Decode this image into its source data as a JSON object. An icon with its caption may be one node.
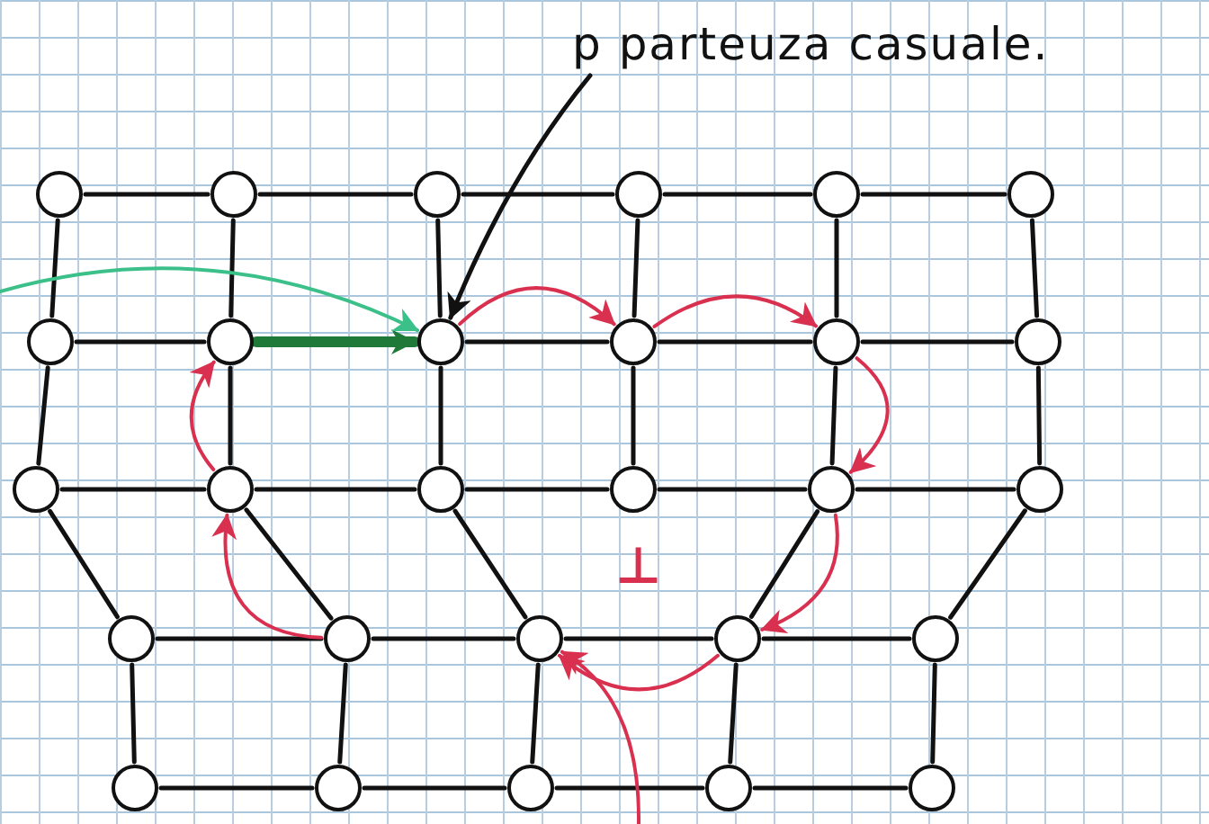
{
  "diagram": {
    "nodes": [
      {
        "text": [
          "p parteuza casuale."
        ]
      },
      {
        "text": [],
        "shape": "circle"
      },
      {
        "text": [],
        "shape": "circle"
      },
      {
        "text": [],
        "shape": "circle"
      },
      {
        "text": [],
        "shape": "circle"
      },
      {
        "text": [],
        "shape": "circle"
      },
      {
        "text": [],
        "shape": "circle"
      },
      {
        "text": [],
        "shape": "circle"
      },
      {
        "text": [],
        "shape": "circle"
      },
      {
        "text": [],
        "shape": "circle"
      },
      {
        "text": [],
        "shape": "circle"
      },
      {
        "text": [],
        "shape": "circle"
      },
      {
        "text": [],
        "shape": "circle"
      },
      {
        "text": [],
        "shape": "circle"
      },
      {
        "text": [],
        "shape": "circle"
      },
      {
        "text": [],
        "shape": "circle"
      },
      {
        "text": [],
        "shape": "circle"
      },
      {
        "text": [],
        "shape": "circle"
      },
      {
        "text": [],
        "shape": "circle"
      },
      {
        "text": [],
        "shape": "circle"
      },
      {
        "text": [],
        "shape": "circle"
      },
      {
        "text": [],
        "shape": "circle"
      },
      {
        "text": [],
        "shape": "circle"
      },
      {
        "text": [],
        "shape": "circle"
      },
      {
        "text": [],
        "shape": "circle"
      },
      {
        "text": [],
        "shape": "circle"
      },
      {
        "text": [],
        "shape": "circle"
      },
      {
        "text": [],
        "shape": "circle"
      },
      {
        "text": [],
        "shape": "circle"
      }
    ],
    "edges": [
      {
        "from": 1,
        "to": 2,
        "arrow": "none"
      },
      {
        "from": 2,
        "to": 3,
        "arrow": "none"
      },
      {
        "from": 3,
        "to": 4,
        "arrow": "none"
      },
      {
        "from": 4,
        "to": 5,
        "arrow": "none"
      },
      {
        "from": 5,
        "to": 6,
        "arrow": "none"
      },
      {
        "from": 1,
        "to": 7,
        "arrow": "none"
      },
      {
        "from": 2,
        "to": 8,
        "arrow": "none"
      },
      {
        "from": 3,
        "to": 9,
        "arrow": "none"
      },
      {
        "from": 4,
        "to": 10,
        "arrow": "none"
      },
      {
        "from": 5,
        "to": 11,
        "arrow": "none"
      },
      {
        "from": 6,
        "to": 12,
        "arrow": "none"
      },
      {
        "from": 7,
        "to": 8,
        "arrow": "none"
      },
      {
        "from": 8,
        "to": 9,
        "arrow": "to",
        "style": "thick",
        "color": "#1f7a3a"
      },
      {
        "from": 9,
        "to": 10,
        "arrow": "none"
      },
      {
        "from": 10,
        "to": 11,
        "arrow": "none"
      },
      {
        "from": 11,
        "to": 12,
        "arrow": "none"
      },
      {
        "from": 7,
        "to": 13,
        "arrow": "none"
      },
      {
        "from": 8,
        "to": 14,
        "arrow": "none"
      },
      {
        "from": 9,
        "to": 15,
        "arrow": "none"
      },
      {
        "from": 10,
        "to": 16,
        "arrow": "none"
      },
      {
        "from": 11,
        "to": 17,
        "arrow": "none"
      },
      {
        "from": 12,
        "to": 18,
        "arrow": "none"
      },
      {
        "from": 13,
        "to": 14,
        "arrow": "none"
      },
      {
        "from": 14,
        "to": 15,
        "arrow": "none"
      },
      {
        "from": 15,
        "to": 16,
        "arrow": "none"
      },
      {
        "from": 16,
        "to": 17,
        "arrow": "none"
      },
      {
        "from": 17,
        "to": 18,
        "arrow": "none"
      },
      {
        "from": 13,
        "to": 19,
        "arrow": "none"
      },
      {
        "from": 14,
        "to": 20,
        "arrow": "none"
      },
      {
        "from": 15,
        "to": 21,
        "arrow": "none"
      },
      {
        "from": 17,
        "to": 22,
        "arrow": "none"
      },
      {
        "from": 18,
        "to": 23,
        "arrow": "none"
      },
      {
        "from": 19,
        "to": 20,
        "arrow": "none"
      },
      {
        "from": 20,
        "to": 21,
        "arrow": "none"
      },
      {
        "from": 21,
        "to": 22,
        "arrow": "none"
      },
      {
        "from": 22,
        "to": 23,
        "arrow": "none"
      },
      {
        "from": 19,
        "to": 24,
        "arrow": "none"
      },
      {
        "from": 20,
        "to": 25,
        "arrow": "none"
      },
      {
        "from": 21,
        "to": 26,
        "arrow": "none"
      },
      {
        "from": 22,
        "to": 27,
        "arrow": "none"
      },
      {
        "from": 23,
        "to": 28,
        "arrow": "none"
      },
      {
        "from": 24,
        "to": 25,
        "arrow": "none"
      },
      {
        "from": 25,
        "to": 26,
        "arrow": "none"
      },
      {
        "from": 26,
        "to": 27,
        "arrow": "none"
      },
      {
        "from": 27,
        "to": 28,
        "arrow": "none"
      },
      {
        "from": 9,
        "to": 10,
        "arrow": "to",
        "color": "#d9304f"
      },
      {
        "from": 10,
        "to": 11,
        "arrow": "to",
        "color": "#d9304f"
      },
      {
        "from": 11,
        "to": 17,
        "arrow": "to",
        "color": "#d9304f"
      },
      {
        "from": 17,
        "to": 22,
        "arrow": "to",
        "color": "#d9304f"
      },
      {
        "from": 22,
        "to": 21,
        "arrow": "to",
        "color": "#d9304f"
      },
      {
        "from": null,
        "to": 21,
        "arrow": "to",
        "color": "#d9304f"
      },
      {
        "from": 20,
        "to": 14,
        "arrow": "to",
        "color": "#d9304f"
      },
      {
        "from": 14,
        "to": 8,
        "arrow": "to",
        "color": "#d9304f"
      },
      {
        "from": null,
        "to": 9,
        "arrow": "to",
        "color": "#3cc08a"
      },
      {
        "from": 0,
        "to": 9,
        "arrow": "to"
      }
    ],
    "labels": [
      "⊥"
    ]
  }
}
